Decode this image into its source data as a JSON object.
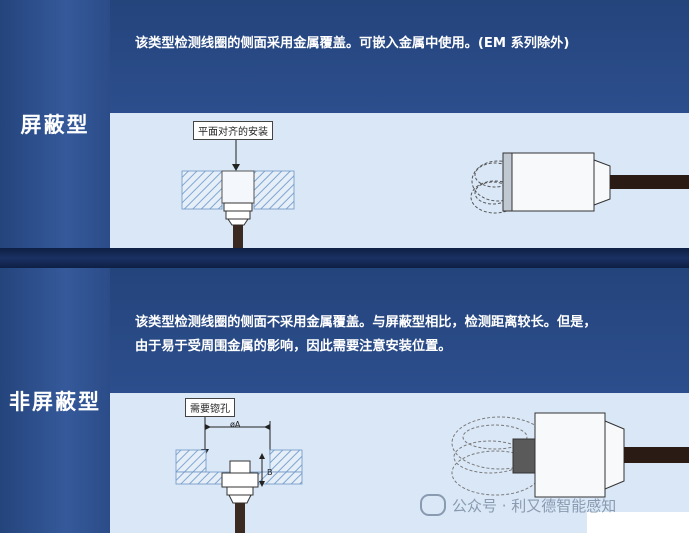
{
  "shielded": {
    "title": "屏蔽型",
    "desc": [
      "该类型检测线圈的侧面采用金属覆盖。可嵌入金属中使用。(EM 系列除外)"
    ],
    "callout": "平面对齐的安装"
  },
  "unshielded": {
    "title": "非屏蔽型",
    "desc": [
      "该类型检测线圈的侧面不采用金属覆盖。与屏蔽型相比，检测距离较长。但是，",
      "由于易于受周围金属的影响，因此需要注意安装位置。"
    ],
    "callout": "需要锪孔",
    "dim_a": "øA",
    "dim_b": "B"
  },
  "watermark": "公众号 · 利又德智能感知",
  "colors": {
    "panel": "#24447c",
    "drawing_bg": "#d9e7f7",
    "hatch": "#7ea6d3"
  }
}
